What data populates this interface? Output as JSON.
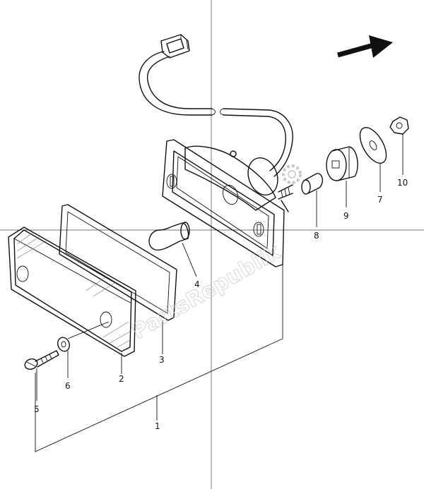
{
  "diagram": {
    "parts": [
      {
        "id": "1",
        "name": "lamp-assembly"
      },
      {
        "id": "2",
        "name": "lens"
      },
      {
        "id": "3",
        "name": "gasket"
      },
      {
        "id": "4",
        "name": "bulb"
      },
      {
        "id": "5",
        "name": "screw"
      },
      {
        "id": "6",
        "name": "washer"
      },
      {
        "id": "7",
        "name": "washer-large"
      },
      {
        "id": "8",
        "name": "spacer"
      },
      {
        "id": "9",
        "name": "grommet"
      },
      {
        "id": "10",
        "name": "nut"
      }
    ],
    "watermark": "PartsRepublik"
  }
}
